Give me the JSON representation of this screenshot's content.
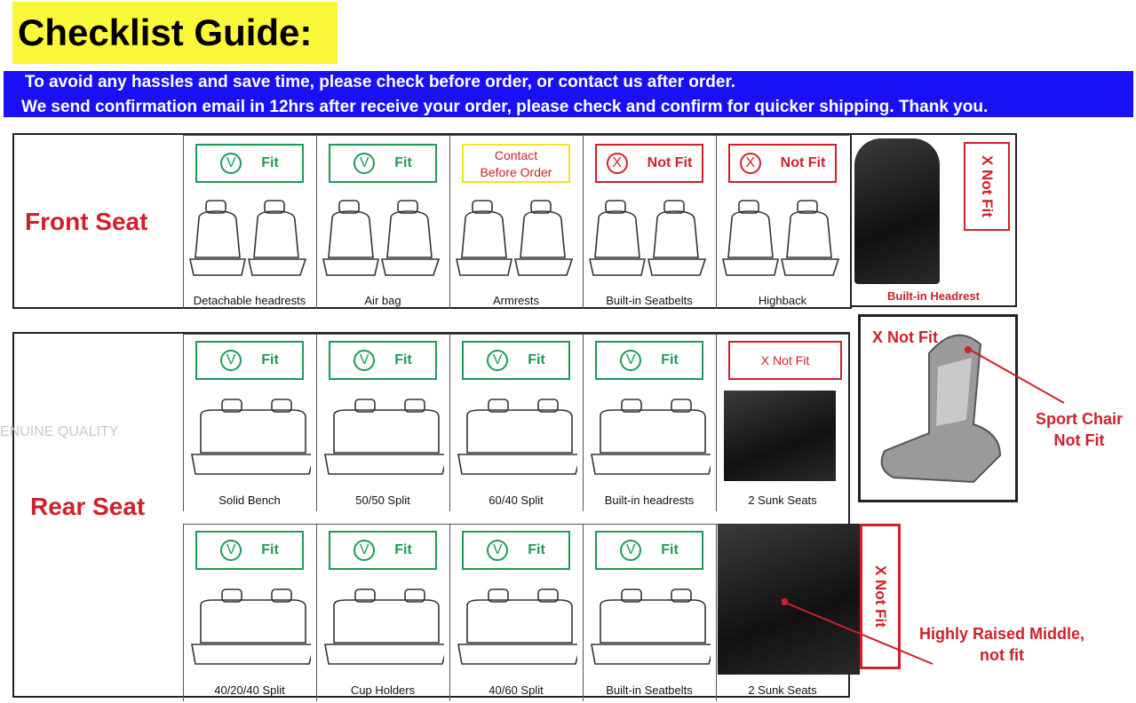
{
  "header": {
    "title": "Checklist Guide:",
    "banner_line1": "To avoid any hassles and save time, please check before order, or contact us after order.",
    "banner_line2": "We send confirmation email in 12hrs after receive your order, please check and confirm for quicker shipping. Thank you."
  },
  "colors": {
    "fit": "#1e9a57",
    "not_fit": "#d0202a",
    "title_bg": "#fbf83a",
    "banner_bg": "#1a10f5"
  },
  "front": {
    "label": "Front Seat",
    "items": [
      {
        "status": "Fit",
        "mark": "V",
        "label": "Detachable headrests"
      },
      {
        "status": "Fit",
        "mark": "V",
        "label": "Air bag"
      },
      {
        "status_line1": "Contact",
        "status_line2": "Before Order",
        "label": "Armrests"
      },
      {
        "status": "Not Fit",
        "mark": "X",
        "label": "Built-in Seatbelts"
      },
      {
        "status": "Not Fit",
        "mark": "X",
        "label": "Highback"
      }
    ],
    "photo_label": "Built-in Headrest",
    "photo_badge": "X Not Fit"
  },
  "rear": {
    "label": "Rear Seat",
    "watermark": "ENUINE QUALITY",
    "row1": [
      {
        "status": "Fit",
        "mark": "V",
        "label": "Solid Bench"
      },
      {
        "status": "Fit",
        "mark": "V",
        "label": "50/50 Split"
      },
      {
        "status": "Fit",
        "mark": "V",
        "label": "60/40 Split"
      },
      {
        "status": "Fit",
        "mark": "V",
        "label": "Built-in headrests"
      },
      {
        "status": "X Not Fit",
        "label": "2 Sunk Seats"
      }
    ],
    "row2": [
      {
        "status": "Fit",
        "mark": "V",
        "label": "40/20/40 Split"
      },
      {
        "status": "Fit",
        "mark": "V",
        "label": "Cup Holders"
      },
      {
        "status": "Fit",
        "mark": "V",
        "label": "40/60 Split"
      },
      {
        "status": "Fit",
        "mark": "V",
        "label": "Built-in Seatbelts"
      },
      {
        "label": "2 Sunk Seats"
      }
    ],
    "sport_badge": "X Not Fit",
    "sport_note_1": "Sport Chair",
    "sport_note_2": "Not Fit",
    "raised_badge": "X Not Fit",
    "raised_note_1": "Highly Raised Middle,",
    "raised_note_2": "not fit"
  }
}
